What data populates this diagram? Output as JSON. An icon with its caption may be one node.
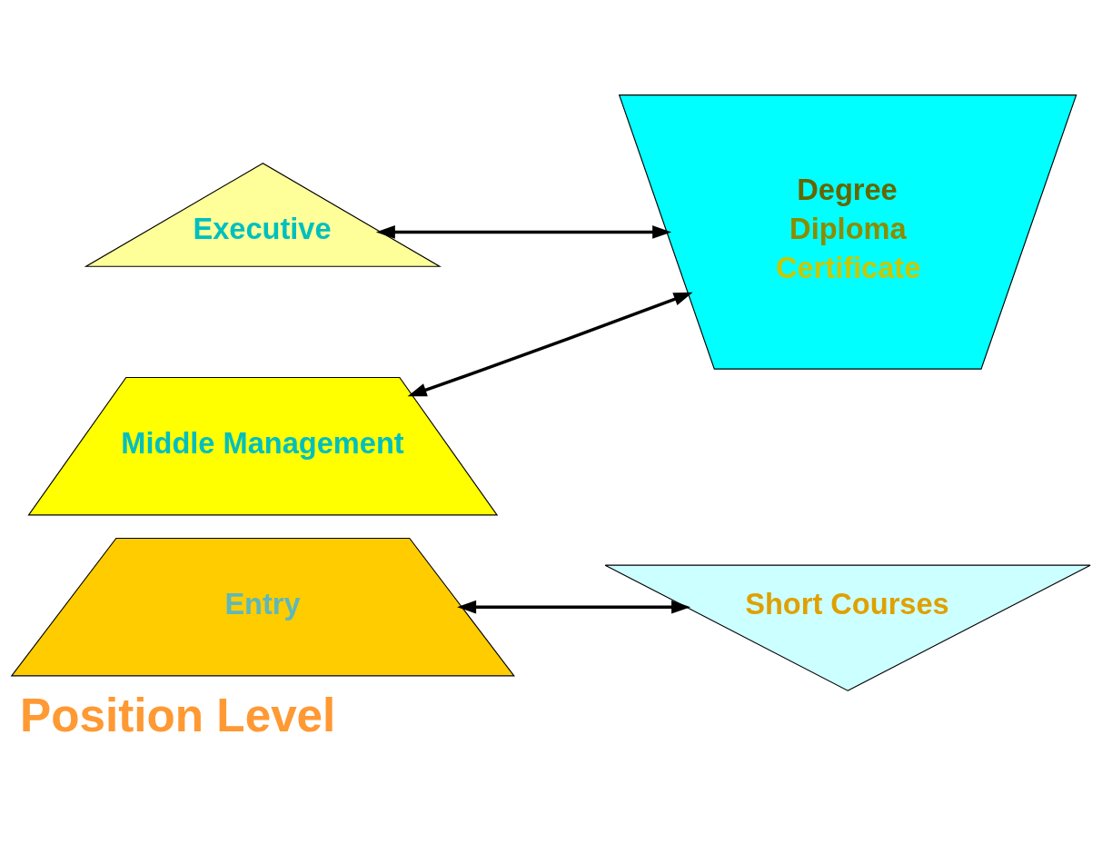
{
  "diagram": {
    "caption": "Position Level",
    "nodes": [
      {
        "text": [
          "Executive"
        ]
      },
      {
        "text": [
          "Middle Management"
        ]
      },
      {
        "text": [
          "Entry"
        ]
      },
      {
        "text": [
          "Degree",
          "Diploma",
          "Certificate"
        ]
      },
      {
        "text": [
          "Short Courses"
        ]
      }
    ],
    "edges": [
      {
        "from": 0,
        "to": 3,
        "arrow": "both"
      },
      {
        "from": 1,
        "to": 3,
        "arrow": "both"
      },
      {
        "from": 2,
        "to": 4,
        "arrow": "both"
      }
    ]
  }
}
